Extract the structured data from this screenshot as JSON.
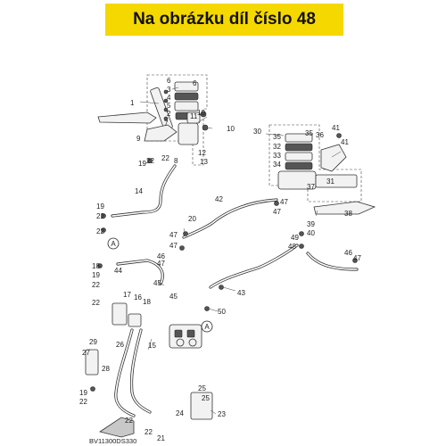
{
  "banner": {
    "text": "Na obrázku díl číslo 48",
    "color": "#f5d800"
  },
  "diagram_code": "BV11300DS330",
  "connector_label": "A",
  "callouts": [
    {
      "id": "c1",
      "text": "1"
    },
    {
      "id": "c3",
      "text": "3"
    },
    {
      "id": "c6a",
      "text": "6"
    },
    {
      "id": "c6b",
      "text": "6"
    },
    {
      "id": "c5a",
      "text": "5"
    },
    {
      "id": "c4",
      "text": "4"
    },
    {
      "id": "c2",
      "text": "2"
    },
    {
      "id": "c10a",
      "text": "10"
    },
    {
      "id": "c11",
      "text": "11"
    },
    {
      "id": "c10b",
      "text": "10"
    },
    {
      "id": "c7",
      "text": "7"
    },
    {
      "id": "c9",
      "text": "9"
    },
    {
      "id": "c8",
      "text": "8"
    },
    {
      "id": "c12",
      "text": "12"
    },
    {
      "id": "c13",
      "text": "13"
    },
    {
      "id": "c19a",
      "text": "19"
    },
    {
      "id": "c22a",
      "text": "22"
    },
    {
      "id": "c22b",
      "text": "22"
    },
    {
      "id": "c14",
      "text": "14"
    },
    {
      "id": "c19b",
      "text": "19"
    },
    {
      "id": "c22c",
      "text": "22"
    },
    {
      "id": "c22d",
      "text": "22"
    },
    {
      "id": "c30",
      "text": "30"
    },
    {
      "id": "c35a",
      "text": "35"
    },
    {
      "id": "c35b",
      "text": "35"
    },
    {
      "id": "c32",
      "text": "32"
    },
    {
      "id": "c33",
      "text": "33"
    },
    {
      "id": "c34",
      "text": "34"
    },
    {
      "id": "c41a",
      "text": "41"
    },
    {
      "id": "c36",
      "text": "36"
    },
    {
      "id": "c41b",
      "text": "41"
    },
    {
      "id": "c31",
      "text": "31"
    },
    {
      "id": "c37",
      "text": "37"
    },
    {
      "id": "c42",
      "text": "42"
    },
    {
      "id": "c47a",
      "text": "47"
    },
    {
      "id": "c47b",
      "text": "47"
    },
    {
      "id": "c38",
      "text": "38"
    },
    {
      "id": "c39",
      "text": "39"
    },
    {
      "id": "c40",
      "text": "40"
    },
    {
      "id": "c20",
      "text": "20"
    },
    {
      "id": "c47c",
      "text": "47"
    },
    {
      "id": "c47d",
      "text": "47"
    },
    {
      "id": "c49",
      "text": "49"
    },
    {
      "id": "c48",
      "text": "48"
    },
    {
      "id": "c46a",
      "text": "46"
    },
    {
      "id": "c47e",
      "text": "47"
    },
    {
      "id": "c46b",
      "text": "46"
    },
    {
      "id": "c47f",
      "text": "47"
    },
    {
      "id": "c18a",
      "text": "18"
    },
    {
      "id": "c44",
      "text": "44"
    },
    {
      "id": "c19c",
      "text": "19"
    },
    {
      "id": "c22e",
      "text": "22"
    },
    {
      "id": "c45a",
      "text": "45"
    },
    {
      "id": "c45b",
      "text": "45"
    },
    {
      "id": "c43",
      "text": "43"
    },
    {
      "id": "c17",
      "text": "17"
    },
    {
      "id": "c16",
      "text": "16"
    },
    {
      "id": "c18b",
      "text": "18"
    },
    {
      "id": "c22f",
      "text": "22"
    },
    {
      "id": "c50",
      "text": "50"
    },
    {
      "id": "c29",
      "text": "29"
    },
    {
      "id": "c27",
      "text": "27"
    },
    {
      "id": "c26",
      "text": "26"
    },
    {
      "id": "c15",
      "text": "15"
    },
    {
      "id": "c28",
      "text": "28"
    },
    {
      "id": "c19d",
      "text": "19"
    },
    {
      "id": "c22g",
      "text": "22"
    },
    {
      "id": "c25a",
      "text": "25"
    },
    {
      "id": "c25b",
      "text": "25"
    },
    {
      "id": "c24",
      "text": "24"
    },
    {
      "id": "c23",
      "text": "23"
    },
    {
      "id": "c22h",
      "text": "22"
    },
    {
      "id": "c22i",
      "text": "22"
    },
    {
      "id": "c21",
      "text": "21"
    }
  ]
}
